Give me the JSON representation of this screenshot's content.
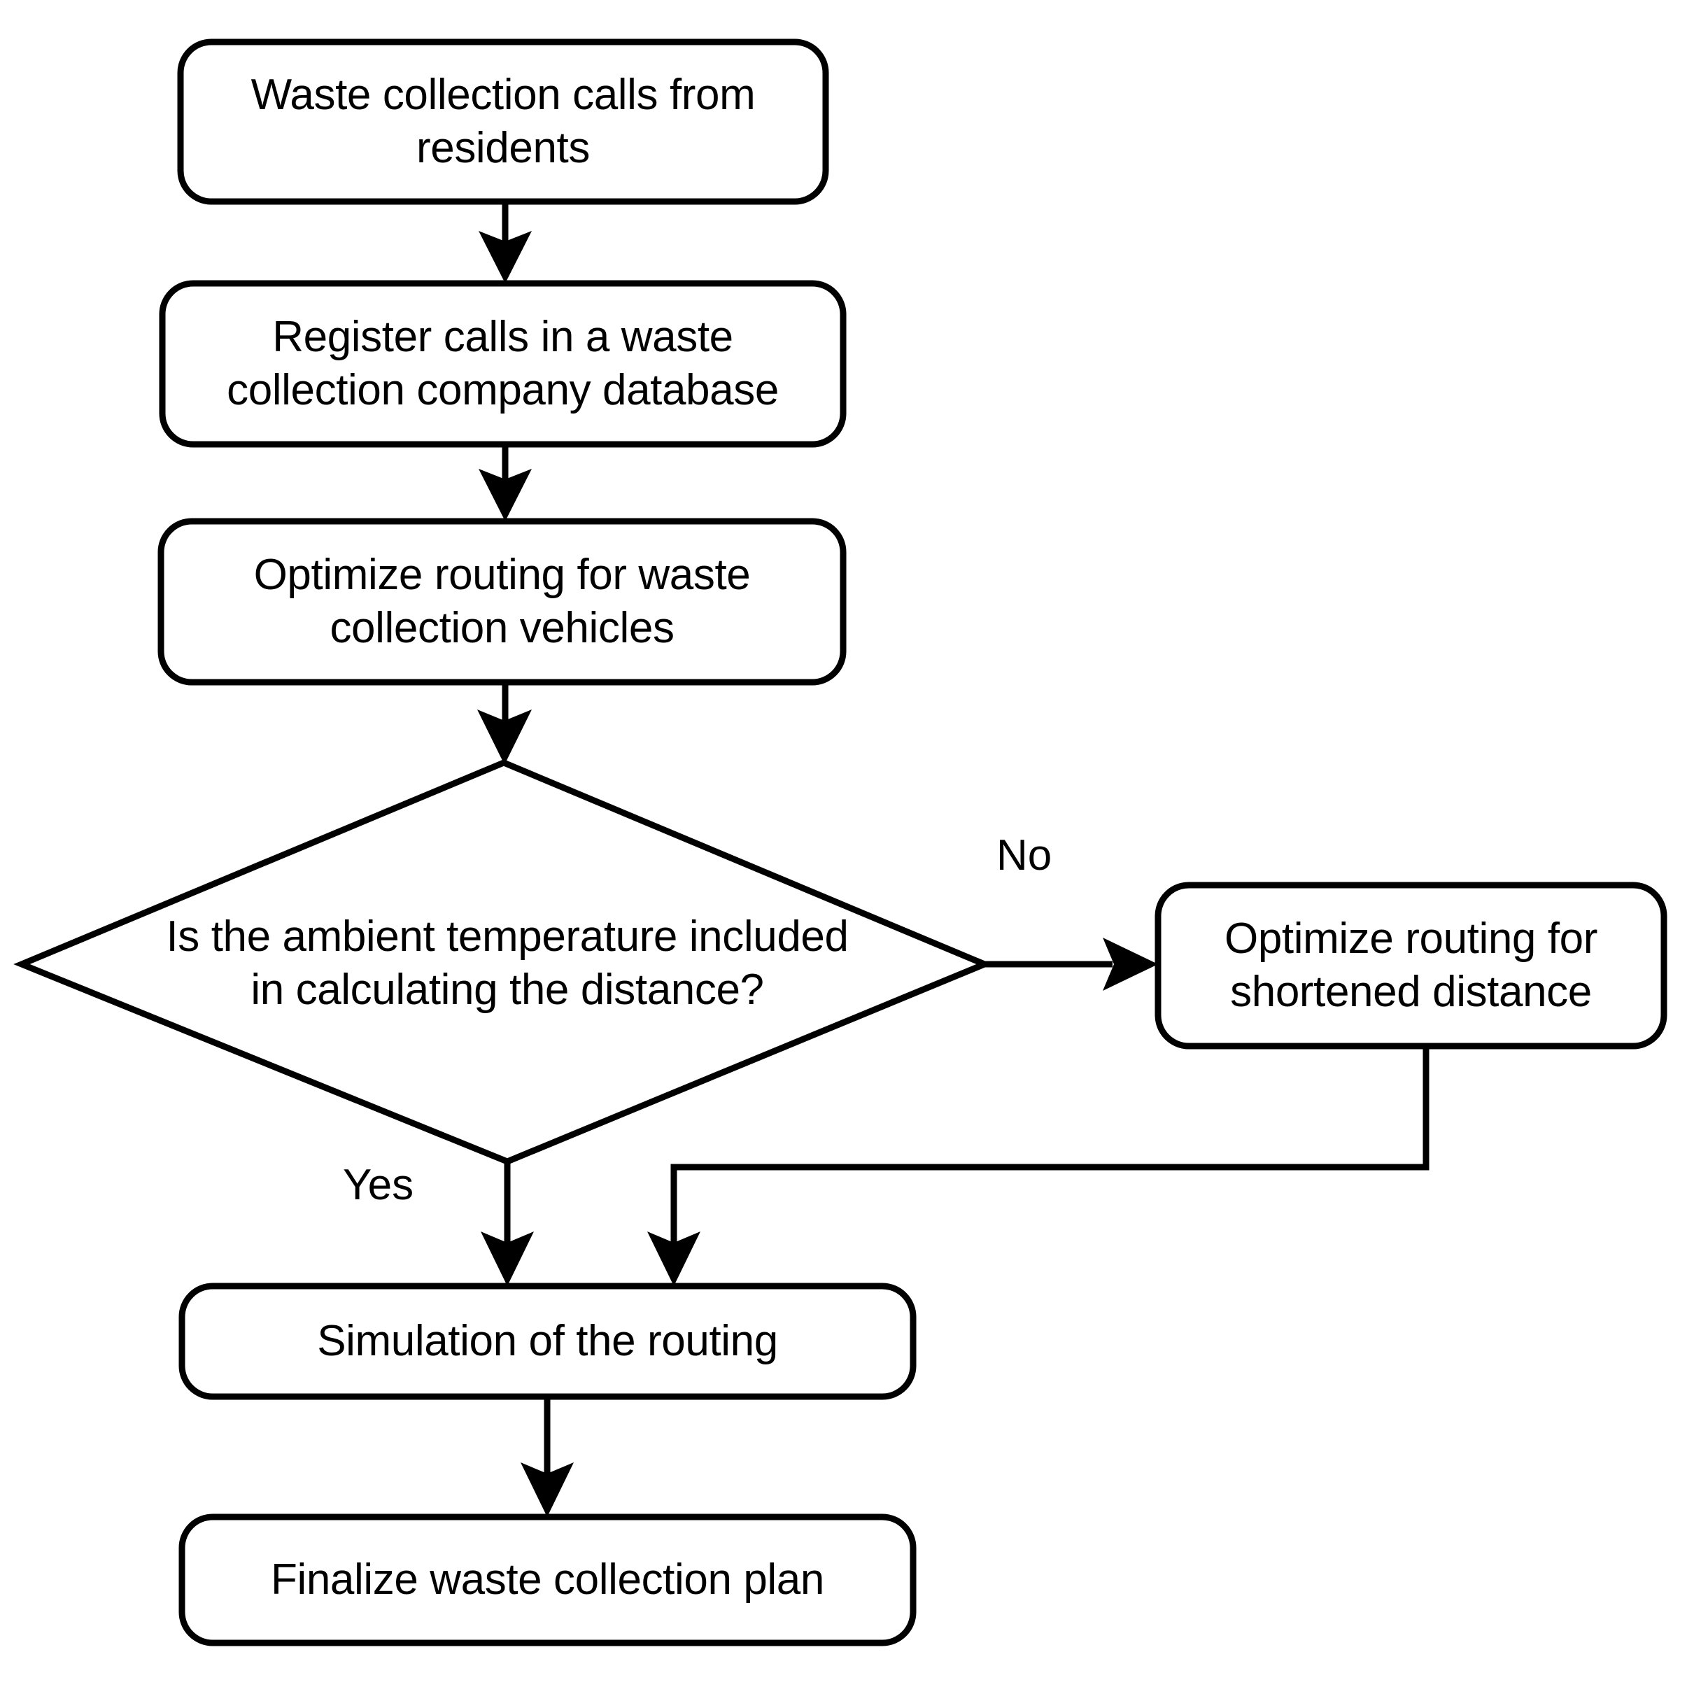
{
  "diagram": {
    "type": "flowchart",
    "title": "Waste collection routing decision flowchart",
    "background_color": "#ffffff",
    "line_color": "#000000",
    "fill_color": "#ffffff",
    "nodes": [
      {
        "id": "start",
        "shape": "rounded-rectangle",
        "label": "Waste collection calls from\nresidents"
      },
      {
        "id": "register",
        "shape": "rounded-rectangle",
        "label": "Register calls in a waste\ncollection company database"
      },
      {
        "id": "optimize-waste",
        "shape": "rounded-rectangle",
        "label": "Optimize routing for waste\ncollection vehicles"
      },
      {
        "id": "decision-temperature",
        "shape": "diamond",
        "label": "Is the ambient temperature included\nin calculating the distance?"
      },
      {
        "id": "optimize-shortened",
        "shape": "rounded-rectangle",
        "label": "Optimize routing for\nshortened distance"
      },
      {
        "id": "simulation",
        "shape": "rounded-rectangle",
        "label": "Simulation of the routing"
      },
      {
        "id": "finalize",
        "shape": "rounded-rectangle",
        "label": "Finalize waste collection plan"
      }
    ],
    "edge_labels": {
      "no": "No",
      "yes": "Yes"
    },
    "edges": [
      {
        "from": "start",
        "to": "register",
        "label": ""
      },
      {
        "from": "register",
        "to": "optimize-waste",
        "label": ""
      },
      {
        "from": "optimize-waste",
        "to": "decision-temperature",
        "label": ""
      },
      {
        "from": "decision-temperature",
        "to": "optimize-shortened",
        "label": "No"
      },
      {
        "from": "decision-temperature",
        "to": "simulation",
        "label": "Yes"
      },
      {
        "from": "optimize-shortened",
        "to": "simulation",
        "label": ""
      },
      {
        "from": "simulation",
        "to": "finalize",
        "label": ""
      }
    ]
  }
}
